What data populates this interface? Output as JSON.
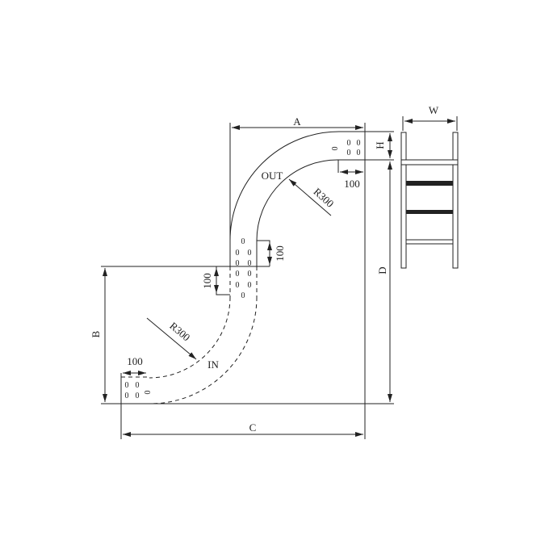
{
  "drawing": {
    "dimensions": {
      "a": "A",
      "b": "B",
      "c": "C",
      "d": "D",
      "h": "H",
      "w": "W"
    },
    "labels": {
      "out": "OUT",
      "in": "IN"
    },
    "radius_out": "R300",
    "radius_in": "R300",
    "offsets": {
      "top": "100",
      "mid_right": "100",
      "mid_left": "100",
      "bottom": "100"
    },
    "hole_mark": "0"
  }
}
